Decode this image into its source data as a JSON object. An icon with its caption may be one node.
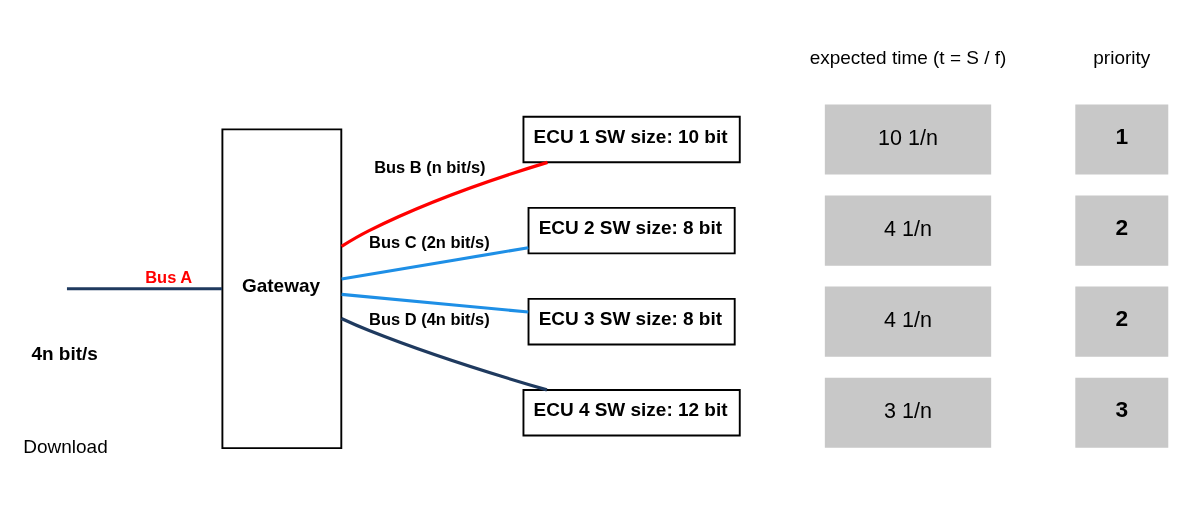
{
  "diagram": {
    "nodes": [
      {
        "text": [
          "Gateway"
        ]
      },
      {
        "text": [
          "ECU 1 SW size: 10 bit"
        ]
      },
      {
        "text": [
          "ECU 2 SW size: 8 bit"
        ]
      },
      {
        "text": [
          "ECU 3 SW size: 8 bit"
        ]
      },
      {
        "text": [
          "ECU 4 SW size: 12 bit"
        ]
      }
    ],
    "edges": [
      {
        "from": null,
        "to": 0,
        "arrow": "none",
        "label": "Bus A",
        "color": "#1f3a5f"
      },
      {
        "from": 0,
        "to": 1,
        "arrow": "none",
        "label": "Bus B (n bit/s)",
        "color": "#ff0000"
      },
      {
        "from": 0,
        "to": 2,
        "arrow": "none",
        "label": "Bus C (2n bit/s)",
        "color": "#1e8fe6"
      },
      {
        "from": 0,
        "to": 3,
        "arrow": "none",
        "color": "#1e8fe6"
      },
      {
        "from": 0,
        "to": 4,
        "arrow": "none",
        "label": "Bus D (4n bit/s)",
        "color": "#1f3a5f"
      }
    ],
    "labels": [
      "4n bit/s",
      "Download",
      "expected time (t = S / f)",
      "priority",
      "10 1/n",
      "1",
      "4 1/n",
      "2",
      "4 1/n",
      "2",
      "3 1/n",
      "3"
    ]
  }
}
